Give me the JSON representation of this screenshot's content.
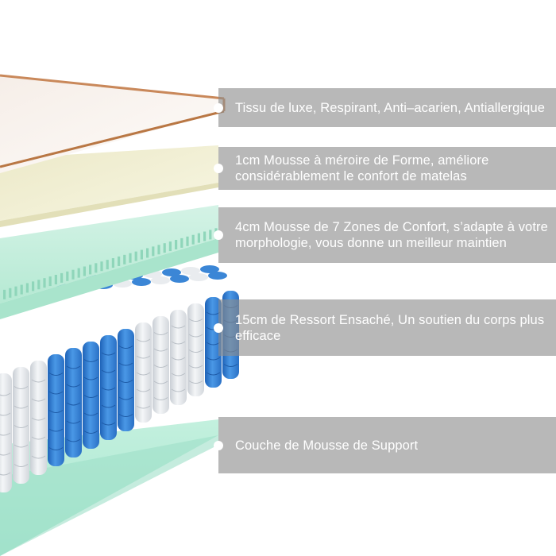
{
  "layers": [
    {
      "label": "Tissu de luxe, Respirant, Anti–acarien, Antiallergique"
    },
    {
      "label": "1cm Mousse à méroire de Forme, améliore considérablement le confort de matelas"
    },
    {
      "label": "4cm Mousse de 7 Zones de Confort, s’adapte à votre morphologie, vous donne un meilleur maintien"
    },
    {
      "label": "15cm de Ressort Ensaché, Un soutien du corps plus efficace"
    },
    {
      "label": "Couche de Mousse de Support"
    }
  ],
  "colors": {
    "fabric_top": "#fbf6f1",
    "fabric_edge": "#c9885a",
    "memory_foam": "#f2f1d6",
    "comfort_foam": "#c7efdf",
    "spring_blue": "#3b86d6",
    "spring_white": "#e9ecef",
    "support_foam": "#b9eedb",
    "callout_bg": "#8c8c8c"
  }
}
